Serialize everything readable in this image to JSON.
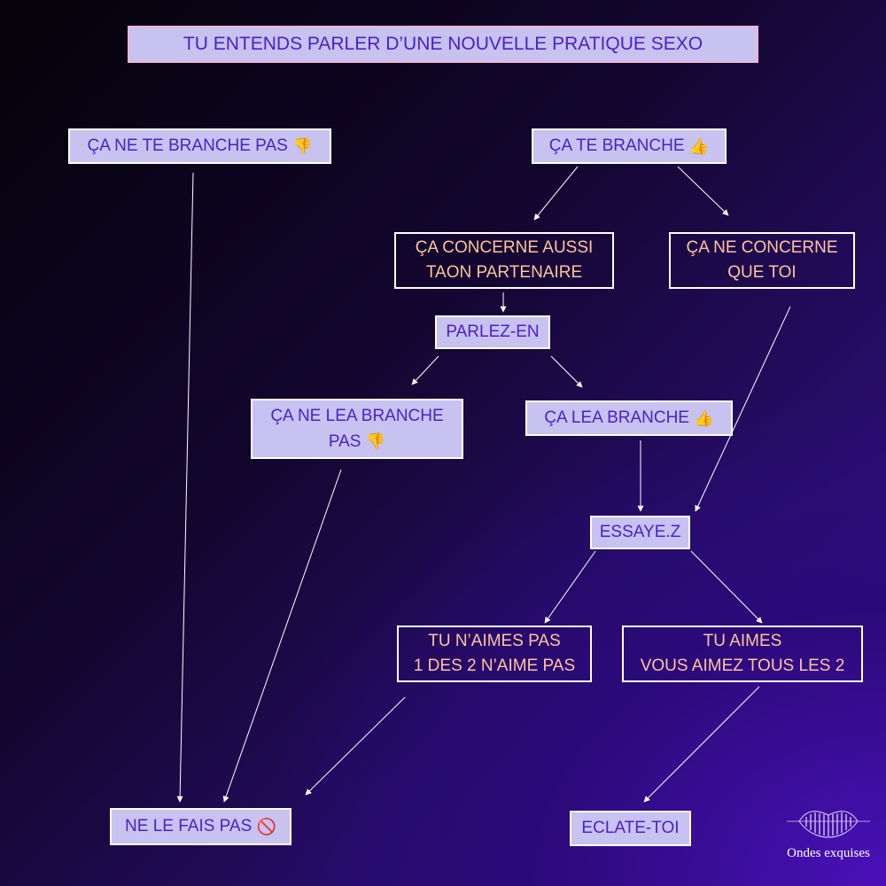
{
  "title": "TU ENTENDS PARLER D’UNE NOUVELLE PRATIQUE SEXO",
  "nodes": {
    "no_like": {
      "line1": "ÇA NE TE BRANCHE PAS",
      "emoji": "👎"
    },
    "like": {
      "line1": "ÇA TE BRANCHE",
      "emoji": "👍"
    },
    "partner": {
      "line1": "ÇA CONCERNE AUSSI",
      "line2": "TAON PARTENAIRE"
    },
    "only_you": {
      "line1": "ÇA NE CONCERNE",
      "line2": "QUE TOI"
    },
    "talk": {
      "line1": "PARLEZ-EN"
    },
    "partner_no": {
      "line1": "ÇA NE LEA BRANCHE",
      "line2": "PAS",
      "emoji": "👎"
    },
    "partner_yes": {
      "line1": "ÇA LEA BRANCHE",
      "emoji": "👍"
    },
    "try": {
      "line1": "ESSAYE.Z"
    },
    "dislike": {
      "line1": "TU N’AIMES PAS",
      "line2": "1 DES 2 N’AIME PAS"
    },
    "enjoy": {
      "line1": "TU AIMES",
      "line2": "VOUS AIMEZ TOUS LES 2"
    },
    "dont": {
      "line1": "NE LE FAIS PAS",
      "emoji": "🚫"
    },
    "enjoy_end": {
      "line1": "ECLATE-TOI"
    }
  },
  "logo": {
    "text": "Ondes exquises"
  },
  "colors": {
    "fill": "#c8c2f0",
    "fill_text": "#4b20c8",
    "outline_text": "#ffc4a0",
    "arrow": "#ffffff"
  }
}
